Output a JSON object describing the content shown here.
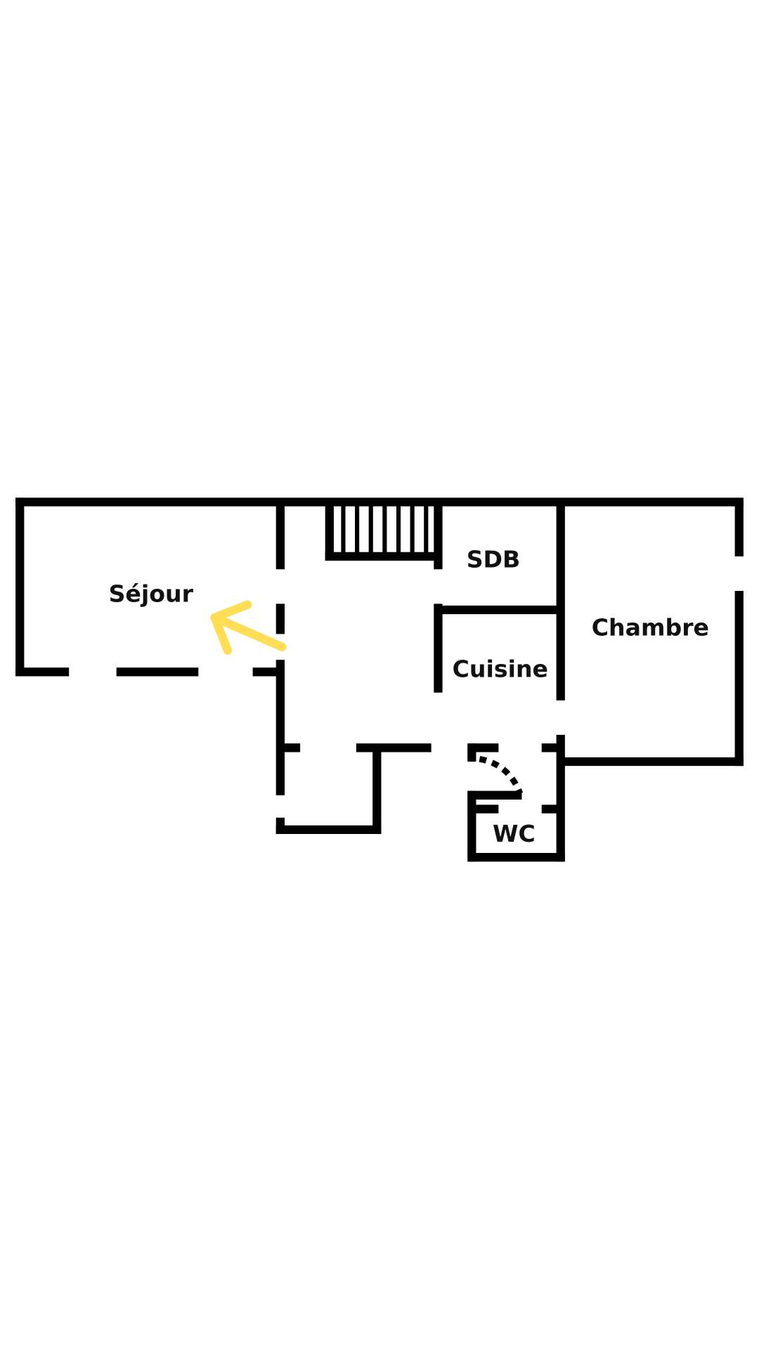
{
  "rooms": {
    "sejour": "Séjour",
    "sdb": "SDB",
    "chambre": "Chambre",
    "cuisine": "Cuisine",
    "wc": "WC"
  },
  "colors": {
    "wall": "#000000",
    "arrow": "#FFDD57",
    "background": "#FFFFFF"
  }
}
